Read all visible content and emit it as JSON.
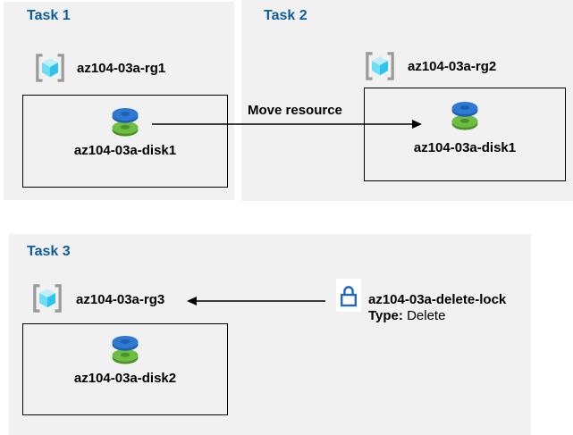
{
  "figure": {
    "description": "Azure lab diagram with three task panels",
    "move_arrow_label": "Move resource"
  },
  "tasks": [
    {
      "title": "Task 1",
      "resource_group": "az104-03a-rg1",
      "resource": "az104-03a-disk1"
    },
    {
      "title": "Task 2",
      "resource_group": "az104-03a-rg2",
      "resource": "az104-03a-disk1"
    },
    {
      "title": "Task 3",
      "resource_group": "az104-03a-rg3",
      "resource": "az104-03a-disk2"
    }
  ],
  "lock": {
    "name": "az104-03a-delete-lock",
    "type_label": "Type:",
    "type_value": "Delete"
  },
  "icons": {
    "resource_group": "resource-group-icon (gray brackets with cyan isometric cube)",
    "disk": "disk-icon (blue torus stacked on green torus)",
    "lock": "lock-icon (blue outlined padlock)",
    "arrow_right": "arrow-right-icon",
    "arrow_left": "arrow-left-icon"
  },
  "colors": {
    "panel_background": "#f1f1f1",
    "task_title_blue": "#0e5c9e",
    "text_black": "#000000",
    "box_border": "#000000",
    "arrow_black": "#000000",
    "rg_bracket_gray": "#9a9a9a",
    "cube_top": "#bfeef9",
    "cube_left": "#6fdcf6",
    "cube_right": "#2cc3ef",
    "disk_blue": "#3079d2",
    "disk_blue_dark": "#1f5fb0",
    "disk_green": "#6dbd43",
    "disk_green_dark": "#4c9327",
    "lock_blue": "#2166c4"
  }
}
